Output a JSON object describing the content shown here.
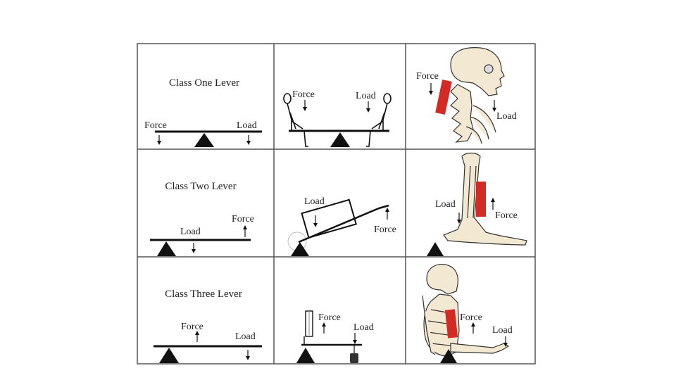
{
  "rows": [
    {
      "title": "Class One Lever",
      "simple": {
        "left": "Force",
        "right": "Load"
      },
      "example": {
        "left": "Force",
        "right": "Load"
      },
      "body": {
        "a": "Force",
        "b": "Load"
      }
    },
    {
      "title": "Class Two Lever",
      "simple": {
        "a": "Load",
        "b": "Force"
      },
      "example": {
        "a": "Load",
        "b": "Force"
      },
      "body": {
        "a": "Load",
        "b": "Force"
      }
    },
    {
      "title": "Class Three Lever",
      "simple": {
        "a": "Force",
        "b": "Load"
      },
      "example": {
        "a": "Force",
        "b": "Load"
      },
      "body": {
        "a": "Force",
        "b": "Load"
      }
    }
  ],
  "colors": {
    "muscle": "#d42a24",
    "bone": "#f3e8d2",
    "line": "#111111",
    "grid": "#555555"
  },
  "icons": [
    "fulcrum-triangle-icon",
    "arrow-down-icon",
    "arrow-up-icon",
    "skeleton-skull-icon",
    "leg-bone-icon",
    "arm-bone-icon"
  ]
}
